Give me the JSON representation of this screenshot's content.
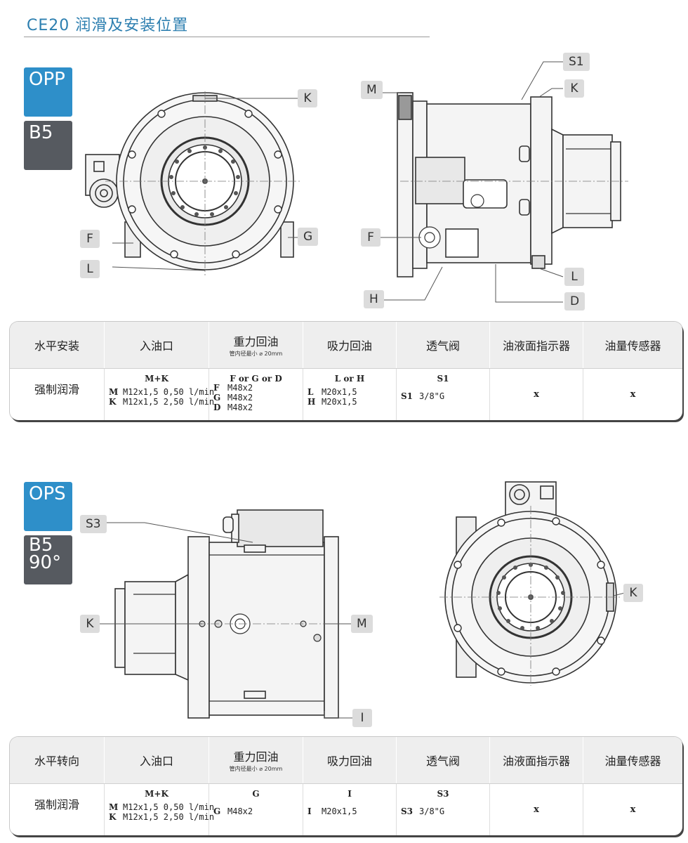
{
  "page": {
    "title": "CE20 润滑及安装位置"
  },
  "section1": {
    "badge_top": "OPP",
    "badge_bottom_lines": [
      "B5"
    ],
    "callouts": {
      "K": "K",
      "F": "F",
      "G": "G",
      "L": "L",
      "M": "M",
      "S1": "S1",
      "K2": "K",
      "F2": "F",
      "H": "H",
      "L2": "L",
      "D": "D"
    },
    "table": {
      "headers": [
        "水平安装",
        "入油口",
        "重力回油",
        "吸力回油",
        "透气阀",
        "油液面指示器",
        "油量传感器"
      ],
      "gravity_note": "管内径最小 ⌀ 20mm",
      "row_label": "强制润滑",
      "inlet": {
        "title": "M+K",
        "lines": [
          {
            "k": "M",
            "v": "M12x1,5 0,50 l/min"
          },
          {
            "k": "K",
            "v": "M12x1,5 2,50 l/min"
          }
        ]
      },
      "gravity": {
        "title": "F or G or D",
        "lines": [
          {
            "k": "F",
            "v": "M48x2"
          },
          {
            "k": "G",
            "v": "M48x2"
          },
          {
            "k": "D",
            "v": "M48x2"
          }
        ]
      },
      "suction": {
        "title": "L or H",
        "lines": [
          {
            "k": "L",
            "v": "M20x1,5"
          },
          {
            "k": "H",
            "v": "M20x1,5"
          }
        ]
      },
      "vent": {
        "title": "S1",
        "lines": [
          {
            "k": "S1",
            "v": "3/8\"G"
          }
        ]
      },
      "level": "x",
      "sensor": "x"
    }
  },
  "section2": {
    "badge_top": "OPS",
    "badge_bottom_lines": [
      "B5",
      "90°"
    ],
    "callouts": {
      "S3": "S3",
      "K": "K",
      "M": "M",
      "I": "I",
      "K2": "K"
    },
    "table": {
      "headers": [
        "水平转向",
        "入油口",
        "重力回油",
        "吸力回油",
        "透气阀",
        "油液面指示器",
        "油量传感器"
      ],
      "gravity_note": "管内径最小 ⌀ 20mm",
      "row_label": "强制润滑",
      "inlet": {
        "title": "M+K",
        "lines": [
          {
            "k": "M",
            "v": "M12x1,5 0,50 l/min"
          },
          {
            "k": "K",
            "v": "M12x1,5 2,50 l/min"
          }
        ]
      },
      "gravity": {
        "title": "G",
        "lines": [
          {
            "k": "G",
            "v": "M48x2"
          }
        ]
      },
      "suction": {
        "title": "I",
        "lines": [
          {
            "k": "I",
            "v": "M20x1,5"
          }
        ]
      },
      "vent": {
        "title": "S3",
        "lines": [
          {
            "k": "S3",
            "v": "3/8\"G"
          }
        ]
      },
      "level": "x",
      "sensor": "x"
    }
  },
  "colors": {
    "title": "#2d7fb0",
    "badge_blue": "#2e8fc9",
    "badge_gray": "#565a60",
    "callout_bg": "#dcdcdc"
  }
}
